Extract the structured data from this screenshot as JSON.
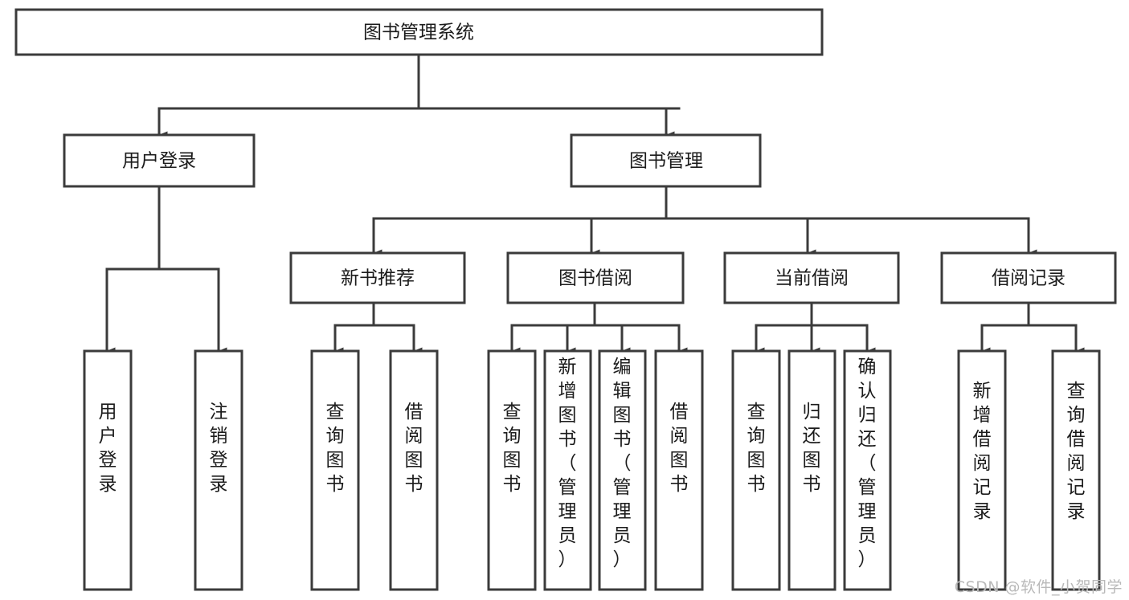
{
  "diagram": {
    "title": "图书管理系统",
    "watermark": "CSDN @软件_小贺同学",
    "arrow_color": "#3b3b3b",
    "box_fill": "#ffffff",
    "box_stroke": "#3b3b3b",
    "text_color": "#1b1b1b",
    "nodes": {
      "root": "图书管理系统",
      "level2": [
        "用户登录",
        "图书管理"
      ],
      "level3": [
        "新书推荐",
        "图书借阅",
        "当前借阅",
        "借阅记录"
      ],
      "leaves_user_login": [
        "用户登录",
        "注销登录"
      ],
      "leaves_new_book": [
        "查询图书",
        "借阅图书"
      ],
      "leaves_borrow": [
        "查询图书",
        "新增图书（管理员）",
        "编辑图书（管理员）",
        "借阅图书"
      ],
      "leaves_current": [
        "查询图书",
        "归还图书",
        "确认归还（管理员）"
      ],
      "leaves_records": [
        "新增借阅记录",
        "查询借阅记录"
      ]
    }
  }
}
